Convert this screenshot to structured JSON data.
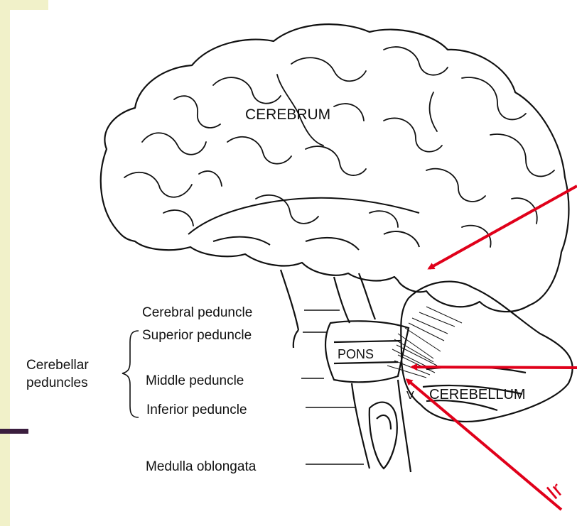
{
  "labels": {
    "cerebrum": "CEREBRUM",
    "pons": "PONS",
    "cerebellum": "CEREBELLUM",
    "fourth_ventricle": "V",
    "cerebral_peduncle": "Cerebral peduncle",
    "superior_peduncle": "Superior peduncle",
    "middle_peduncle": "Middle peduncle",
    "inferior_peduncle": "Inferior peduncle",
    "medulla_oblongata": "Medulla oblongata",
    "cerebellar_line1": "Cerebellar",
    "cerebellar_line2": "peduncles",
    "red_partial": "Ir"
  },
  "colors": {
    "accent_red": "#e0001a",
    "slide_bar": "#f1f1c9",
    "slide_bar_dark": "#3b1e3e",
    "ink": "#111111"
  }
}
